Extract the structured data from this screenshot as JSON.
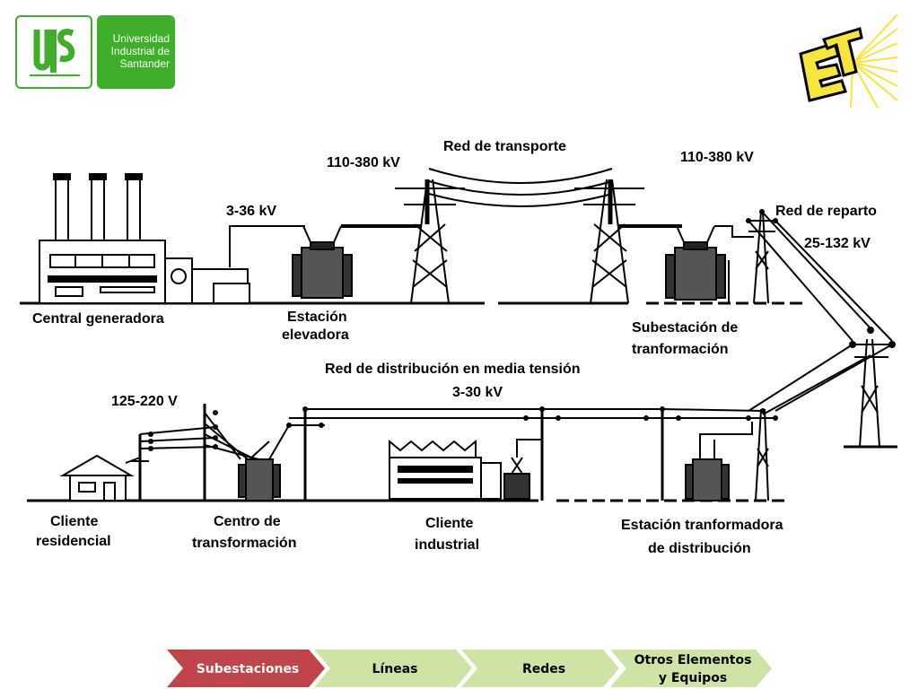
{
  "header": {
    "uis_logo": {
      "lines": [
        "Universidad",
        "Industrial de",
        "Santander"
      ],
      "color": "#3fae2a"
    },
    "et_logo": {
      "accent": "#f6e63a",
      "icon": "et-logo-icon"
    }
  },
  "diagram": {
    "labels": {
      "central_generadora": "Central generadora",
      "v_3_36": "3-36 kV",
      "estacion_l1": "Estación",
      "estacion_l2": "elevadora",
      "v_110_380_left": "110-380 kV",
      "red_transporte": "Red de transporte",
      "v_110_380_right": "110-380 kV",
      "red_reparto": "Red de reparto",
      "v_25_132": "25-132  kV",
      "subestacion_l1": "Subestación de",
      "subestacion_l2": "tranformación",
      "red_distribucion": "Red de distribución en media tensión",
      "v_3_30": "3-30 kV",
      "v_125_220": "125-220  V",
      "cliente_res_l1": "Cliente",
      "cliente_res_l2": "residencial",
      "centro_l1": "Centro de",
      "centro_l2": "transformación",
      "cliente_ind_l1": "Cliente",
      "cliente_ind_l2": "industrial",
      "estacion_dist_l1": "Estación tranformadora",
      "estacion_dist_l2": "de distribución"
    }
  },
  "nav": {
    "items": [
      {
        "label": "Subestaciones",
        "active": true
      },
      {
        "label": "Líneas",
        "active": false
      },
      {
        "label": "Redes",
        "active": false
      },
      {
        "label_l1": "Otros Elementos",
        "label_l2": "y Equipos",
        "active": false
      }
    ],
    "colors": {
      "active": "#c0444a",
      "inactive": "#cfe3a6"
    }
  }
}
